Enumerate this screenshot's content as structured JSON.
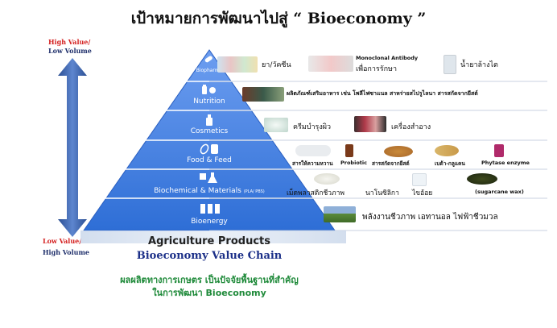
{
  "title": "เป้าหมายการพัฒนาไปสู่ “ Bioeconomy ”",
  "axis": {
    "top_line1": "High Value/",
    "top_line2": "Low Volume",
    "bottom_line1": "Low Value/",
    "bottom_line2": "High Volume"
  },
  "pyramid": {
    "levels": [
      {
        "label": "Biopharma",
        "icon": "capsule-icon"
      },
      {
        "label": "Nutrition",
        "icon": "bottle-icon"
      },
      {
        "label": "Cosmetics",
        "icon": "cosmetic-bottle-icon"
      },
      {
        "label": "Food & Feed",
        "icon": "food-can-icon"
      },
      {
        "label": "Biochemical & Materials",
        "sublabel": "(PLA/ PBS)",
        "icon": "flask-icon"
      },
      {
        "label": "Bioenergy",
        "icon": "fuel-icon"
      }
    ]
  },
  "rows": {
    "biopharma": {
      "item1": "ยา/วัคซีน",
      "item2_line1": "Monoclonal Antibody",
      "item2_line2": "เพื่อการรักษา",
      "item3": "น้ำยาล้างไต"
    },
    "nutrition": {
      "text": "ผลิตภัณฑ์เสริมอาหาร เช่น โพลีไฟซาแนล สาหร่ายสไปรูไลนา สารสกัดจากยีสต์"
    },
    "cosmetics": {
      "item1": "ครีมบำรุงผิว",
      "item2": "เครื่องสำอาง"
    },
    "food": {
      "item1": "สารให้ความหวาน",
      "item2": "Probiotic",
      "item3": "สารสกัดจากยีสต์",
      "item4": "เบต้า-กลูแคน",
      "item5": "Phytase enzyme"
    },
    "biochem": {
      "item1": "เม็ดพลาสติกชีวภาพ",
      "item2": "นาโนซิลิกา",
      "item3": "ไขอ้อย",
      "item4": "(sugarcane wax)"
    },
    "bioenergy": {
      "text": "พลังงานชีวภาพ เอทานอล ไฟฟ้าชีวมวล"
    }
  },
  "base": {
    "line1": "Agriculture Products",
    "line2": "Bioeconomy Value Chain",
    "line3": "ผลผลิตทางการเกษตร เป็นปัจจัยพื้นฐานที่สำคัญ",
    "line4": "ในการพัฒนา Bioeconomy"
  },
  "colors": {
    "pyramid_top": "#5b8fe6",
    "pyramid_bottom": "#2f6fd8",
    "arrow": "#3a5fa8",
    "accent_red": "#d42020",
    "accent_navy": "#1b2f88",
    "accent_green": "#1f8a3a"
  }
}
